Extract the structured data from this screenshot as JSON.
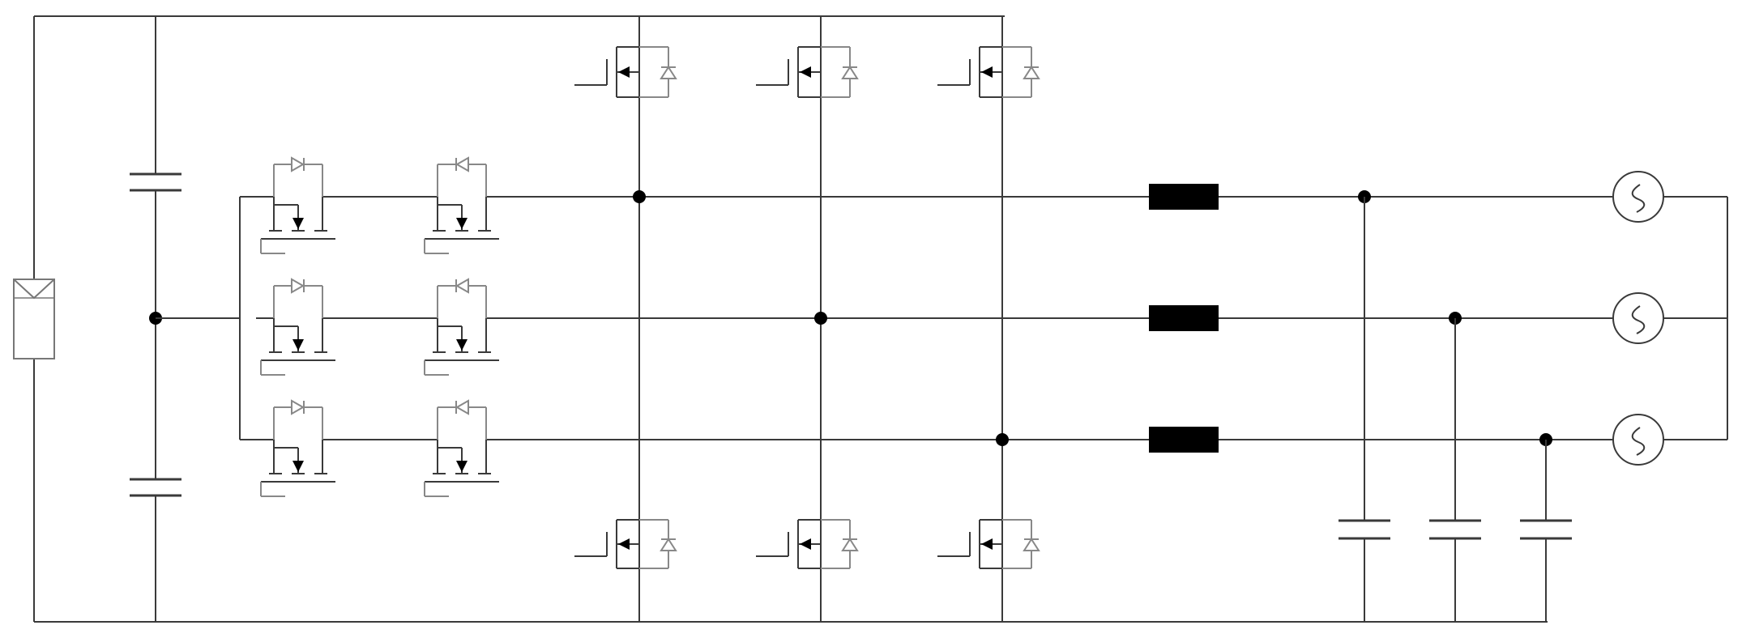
{
  "diagram": {
    "kind": "circuit-schematic",
    "labels": [],
    "colors": {
      "wire": "#3a3a3a",
      "wire_light": "#888888",
      "inductor": "#000000",
      "background": "#ffffff"
    },
    "components": {
      "pv_source": {
        "count": 1,
        "icon": "solar-panel-icon"
      },
      "dc_link_capacitors": {
        "count": 2,
        "icon": "capacitor-icon"
      },
      "bidirectional_switch_pairs": {
        "count": 3,
        "icon": "mosfet-icon"
      },
      "half_bridge_legs": {
        "count": 3,
        "icon": "mosfet-icon"
      },
      "filter_inductors": {
        "count": 3,
        "icon": "inductor-icon"
      },
      "filter_capacitors": {
        "count": 3,
        "icon": "capacitor-icon"
      },
      "grid_sources": {
        "count": 3,
        "icon": "ac-source-icon"
      }
    }
  }
}
